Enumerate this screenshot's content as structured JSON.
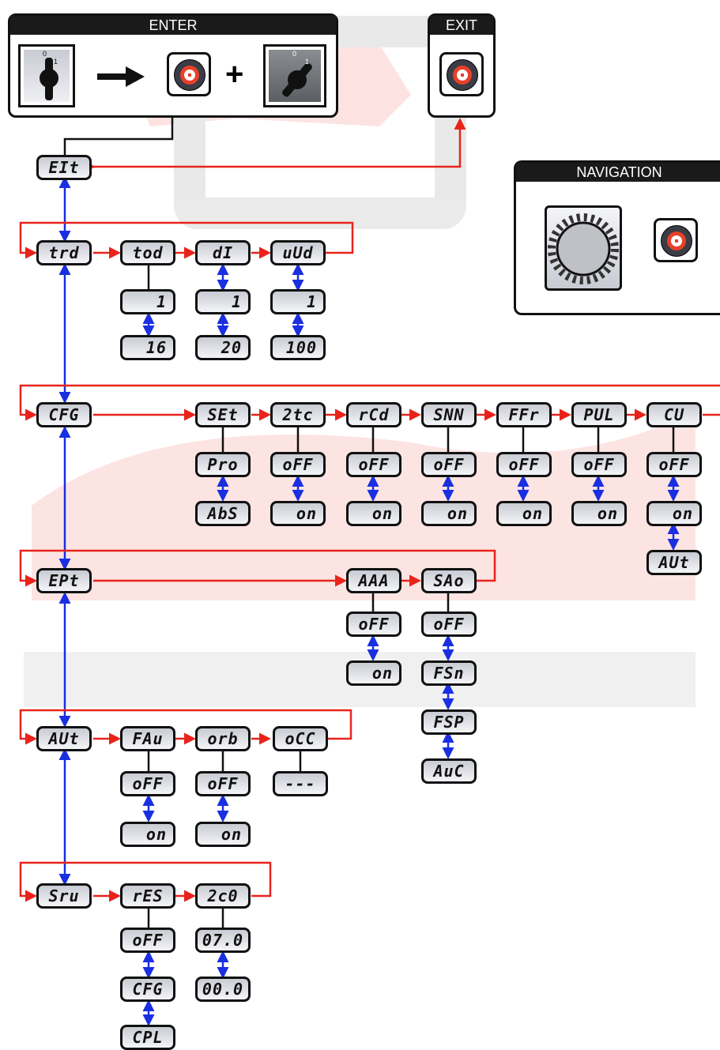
{
  "panels": {
    "enter": "ENTER",
    "exit": "EXIT",
    "navigation": "NAVIGATION",
    "switch_pos_0": "0",
    "switch_pos_1": "1",
    "plus": "+"
  },
  "icons": {
    "arrow": "arrow-right-icon",
    "knob": "encoder-knob-icon",
    "switch": "power-switch-icon"
  },
  "colors": {
    "menu_line": "#e8231b",
    "value_line": "#1a2fe0",
    "display_text": "#111111"
  },
  "menu": {
    "exit": "EIt",
    "trd": "trd",
    "tod": "tod",
    "dI": "dI",
    "uUd": "uUd",
    "tod_min": "1",
    "tod_max": "16",
    "dI_min": "1",
    "dI_max": "20",
    "uUd_min": "1",
    "uUd_max": "100",
    "cfg": "CFG",
    "set": "SEt",
    "2tc": "2tc",
    "rcd": "rCd",
    "snn": "SNN",
    "ffr": "FFr",
    "pul": "PUL",
    "cu": "CU",
    "set_v1": "Pro",
    "set_v2": "AbS",
    "2tc_v1": "oFF",
    "2tc_v2": "on",
    "rcd_v1": "oFF",
    "rcd_v2": "on",
    "snn_v1": "oFF",
    "snn_v2": "on",
    "ffr_v1": "oFF",
    "ffr_v2": "on",
    "pul_v1": "oFF",
    "pul_v2": "on",
    "cu_v1": "oFF",
    "cu_v2": "on",
    "cu_v3": "AUt",
    "ept": "EPt",
    "aaa": "AAA",
    "sao": "SAo",
    "aaa_v1": "oFF",
    "aaa_v2": "on",
    "sao_v1": "oFF",
    "sao_v2": "FSn",
    "sao_v3": "FSP",
    "sao_v4": "AuC",
    "aut": "AUt",
    "fau": "FAu",
    "orb": "orb",
    "occ": "oCC",
    "fau_v1": "oFF",
    "fau_v2": "on",
    "orb_v1": "oFF",
    "orb_v2": "on",
    "occ_v1": "---",
    "srv": "Sru",
    "res": "rES",
    "2c0": "2c0",
    "res_v1": "oFF",
    "res_v2": "CFG",
    "res_v3": "CPL",
    "2c0_v1": "07.0",
    "2c0_v2": "00.0"
  }
}
